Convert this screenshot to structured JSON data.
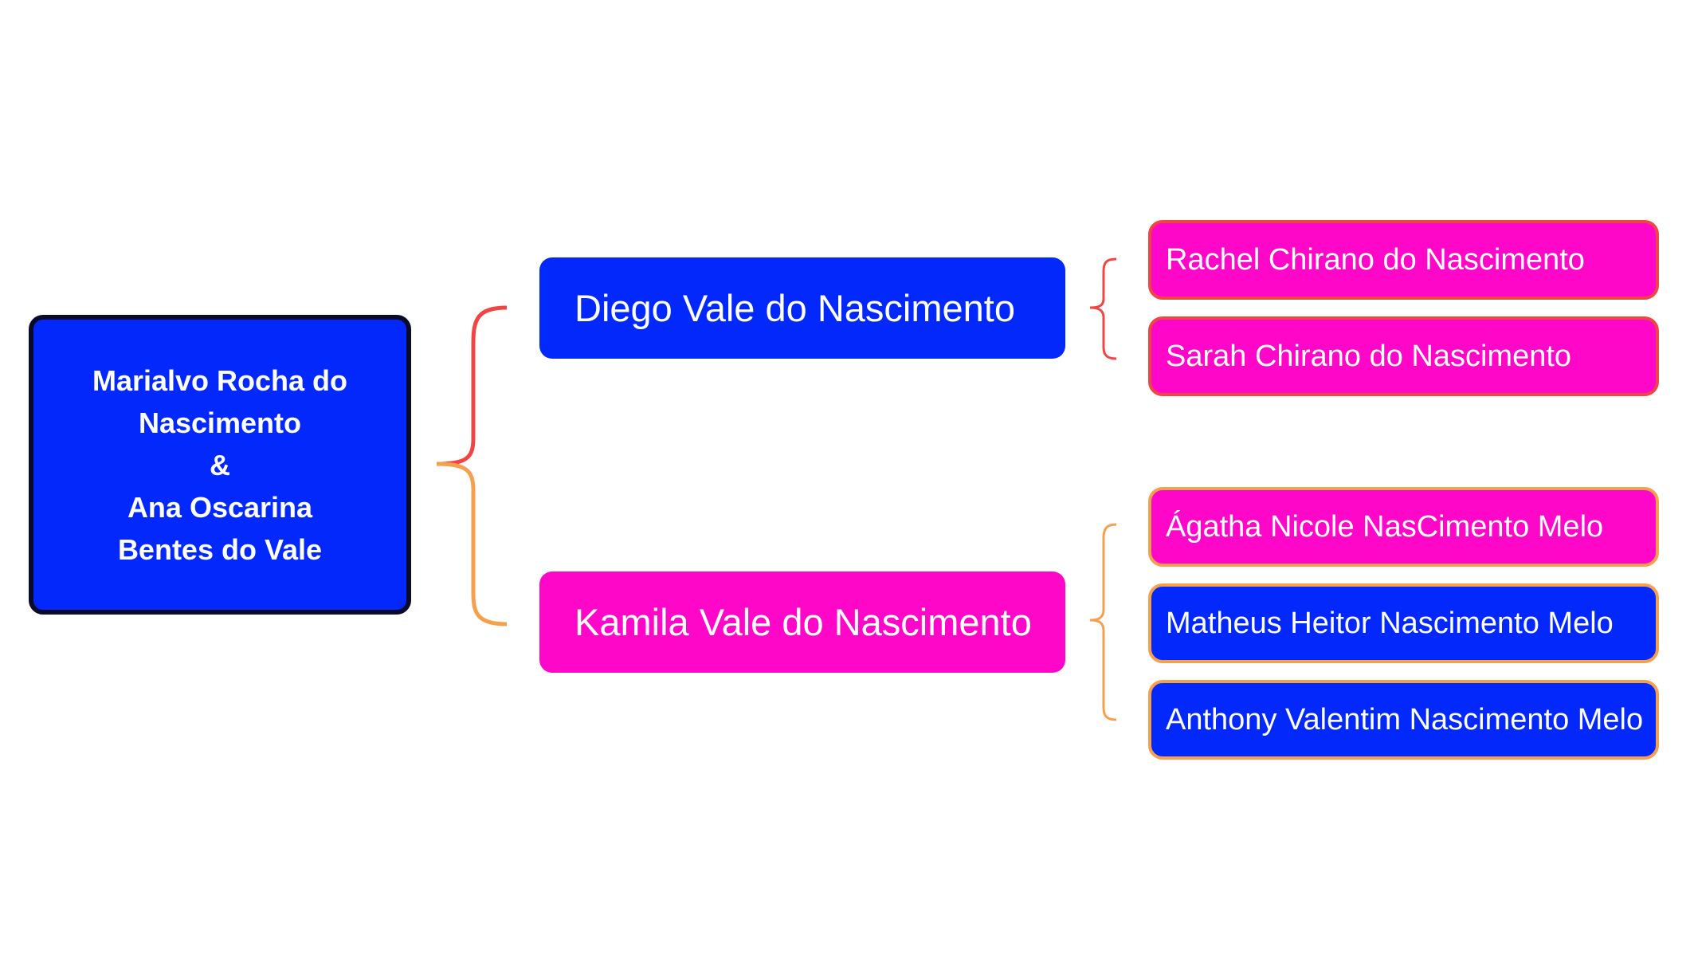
{
  "colors": {
    "blue": "#0328fb",
    "pink": "#ff07c8",
    "red_line": "#f04545",
    "orange_line": "#f5a04f"
  },
  "root": {
    "label": "Marialvo Rocha do\nNascimento\n&\nAna Oscarina\nBentes do Vale"
  },
  "children": [
    {
      "label": "Diego Vale do Nascimento",
      "children": [
        {
          "label": "Rachel Chirano do Nascimento"
        },
        {
          "label": "Sarah Chirano do Nascimento"
        }
      ]
    },
    {
      "label": "Kamila Vale do Nascimento",
      "children": [
        {
          "label": "Ágatha Nicole NasCimento Melo"
        },
        {
          "label": "Matheus Heitor Nascimento Melo"
        },
        {
          "label": "Anthony Valentim Nascimento Melo"
        }
      ]
    }
  ]
}
